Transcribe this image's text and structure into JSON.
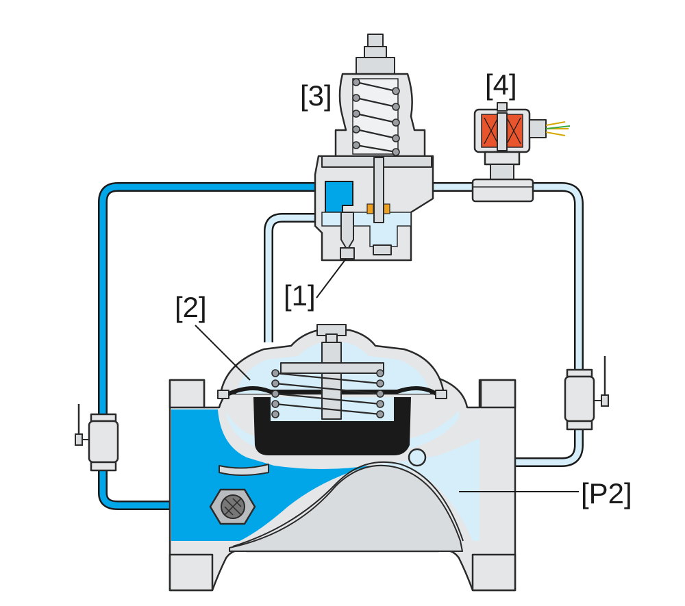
{
  "labels": {
    "ejector": "[1]",
    "main_valve_chamber": "[2]",
    "pilot": "[3]",
    "solenoid": "[4]",
    "downstream": "[P2]"
  },
  "colors": {
    "upstream_water": "#00a6e8",
    "downstream_water": "#d6eef9",
    "body_metal": "#e4e6e8",
    "diaphragm": "#1a1a1a",
    "solenoid_coil": "#e8542c",
    "pilot_seat_accent": "#f0a020"
  }
}
